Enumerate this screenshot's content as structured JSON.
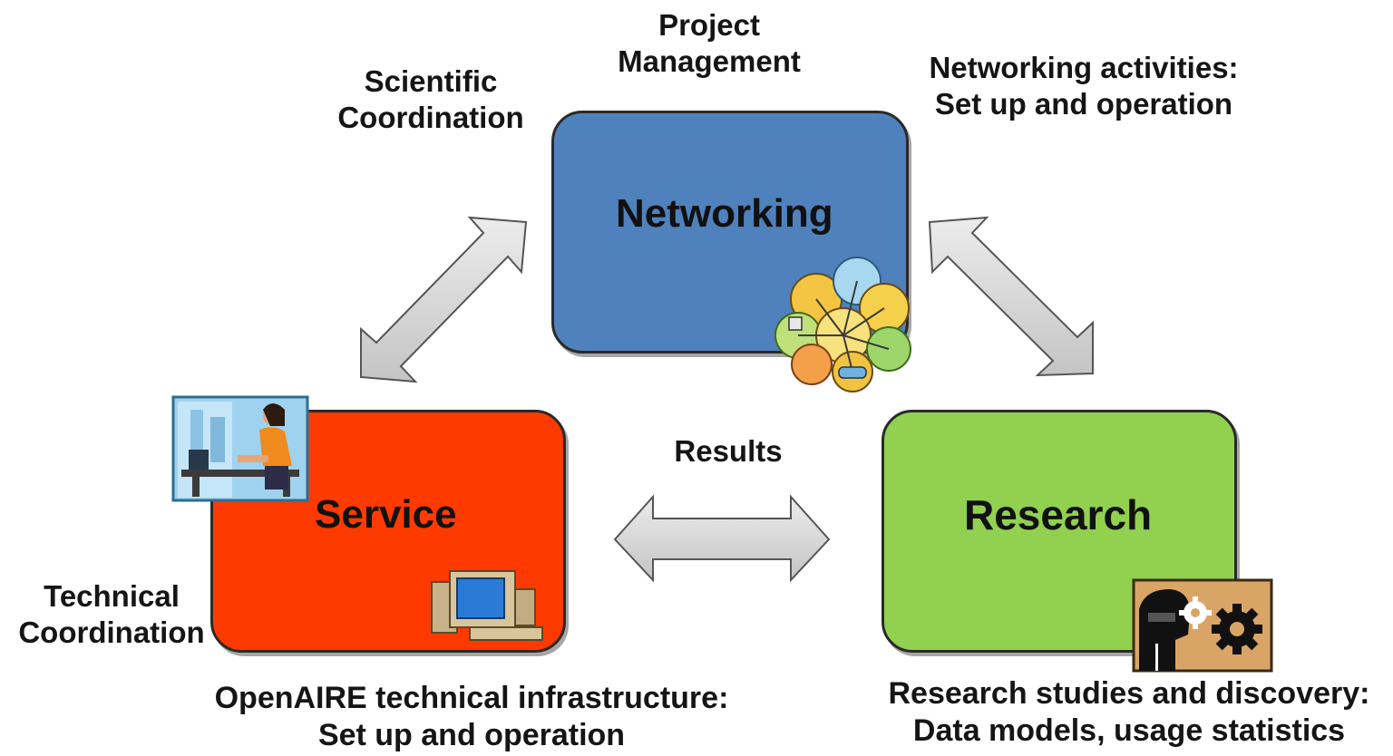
{
  "labels": {
    "project_management": [
      "Project",
      "Management"
    ],
    "scientific_coordination": [
      "Scientific",
      "Coordination"
    ],
    "networking_activities": [
      "Networking activities:",
      "Set up and operation"
    ],
    "results": "Results",
    "technical_coordination": [
      "Technical",
      "Coordination"
    ],
    "openaire_infrastructure": [
      "OpenAIRE technical infrastructure:",
      "Set up and operation"
    ],
    "research_studies": [
      "Research studies and discovery:",
      "Data models, usage statistics"
    ]
  },
  "boxes": {
    "networking": {
      "title": "Networking",
      "color": "#4f81bd"
    },
    "service": {
      "title": "Service",
      "color": "#ff3a00"
    },
    "research": {
      "title": "Research",
      "color": "#92d050"
    }
  },
  "icons": {
    "networking": "network-collage-icon",
    "service_person": "person-at-computer-icon",
    "service_computer": "desktop-computer-icon",
    "research": "head-with-gears-icon"
  },
  "colors": {
    "arrow_fill": "#d6d6d6",
    "arrow_stroke": "#555555"
  }
}
